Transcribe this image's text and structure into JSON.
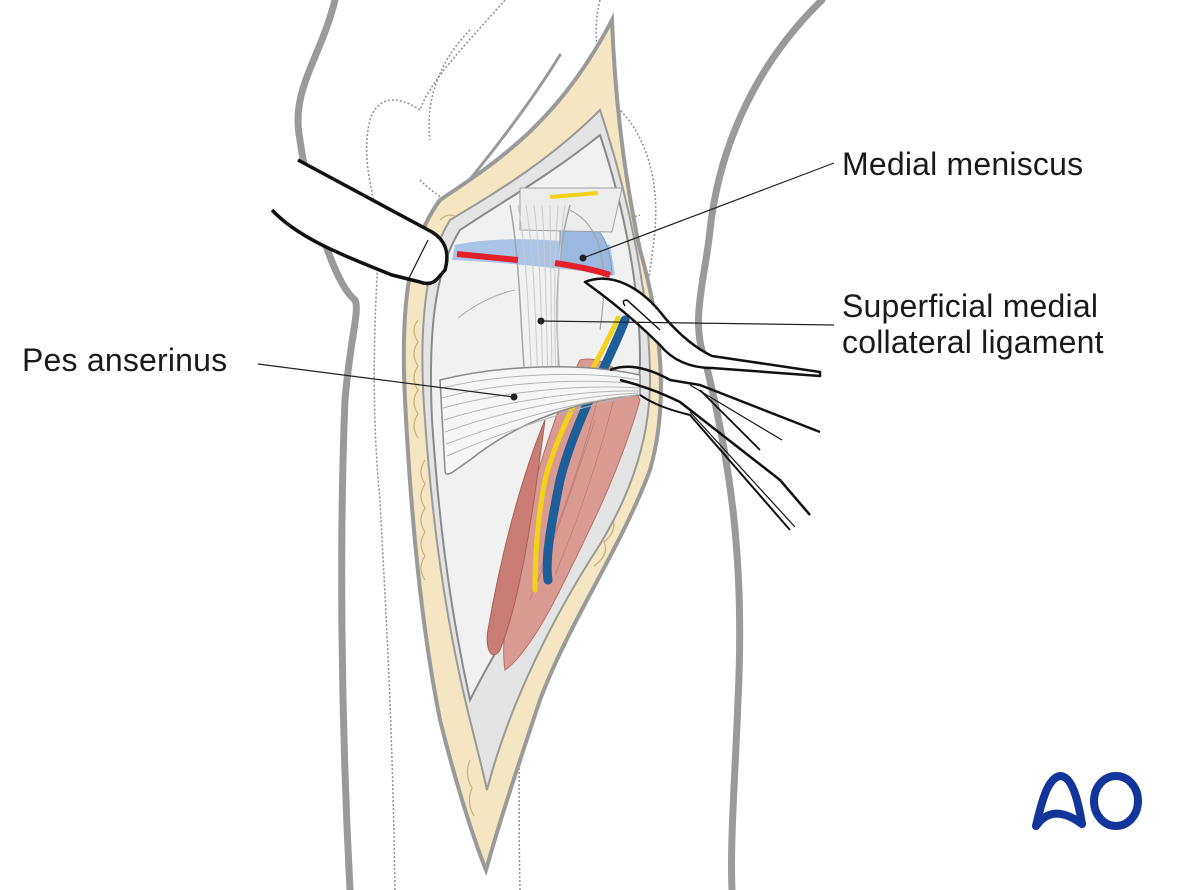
{
  "figure": {
    "type": "surgical anatomy illustration",
    "view": "medial knee approach, exposed",
    "colors": {
      "outline_gray": "#9a9a9a",
      "fat": "#f3e6c0",
      "fascia": "#e6e6e6",
      "meniscus": "#a9c4e6",
      "incision_red": "#e4202a",
      "muscle": "#d99a92",
      "muscle_dark": "#b86e66",
      "nerve": "#f4d21a",
      "vessel": "#1f5f99",
      "instrument": "#111111",
      "leader": "#222222",
      "logo_blue": "#12359a"
    }
  },
  "labels": {
    "medial_meniscus": "Medial meniscus",
    "smcl_line1": "Superficial medial",
    "smcl_line2": "collateral ligament",
    "pes_anserinus": "Pes anserinus"
  },
  "logo": {
    "text": "AO",
    "color": "#12359a"
  }
}
